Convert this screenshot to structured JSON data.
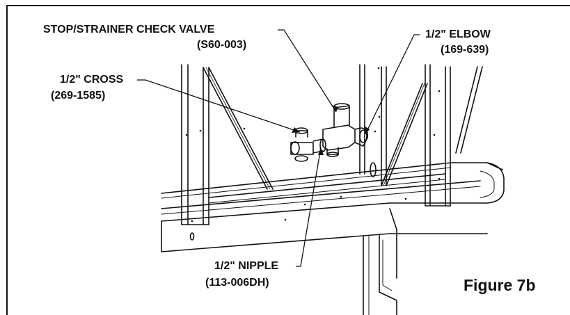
{
  "figure": {
    "caption": "Figure 7b"
  },
  "callouts": {
    "stop_strainer_check_valve": {
      "name": "STOP/STRAINER CHECK VALVE",
      "part_number": "(S60-003)"
    },
    "elbow": {
      "name": "1/2\" ELBOW",
      "part_number": "(169-639)"
    },
    "cross": {
      "name": "1/2\" CROSS",
      "part_number": "(269-1585)"
    },
    "nipple": {
      "name": "1/2\" NIPPLE",
      "part_number": "(113-006DH)"
    }
  }
}
